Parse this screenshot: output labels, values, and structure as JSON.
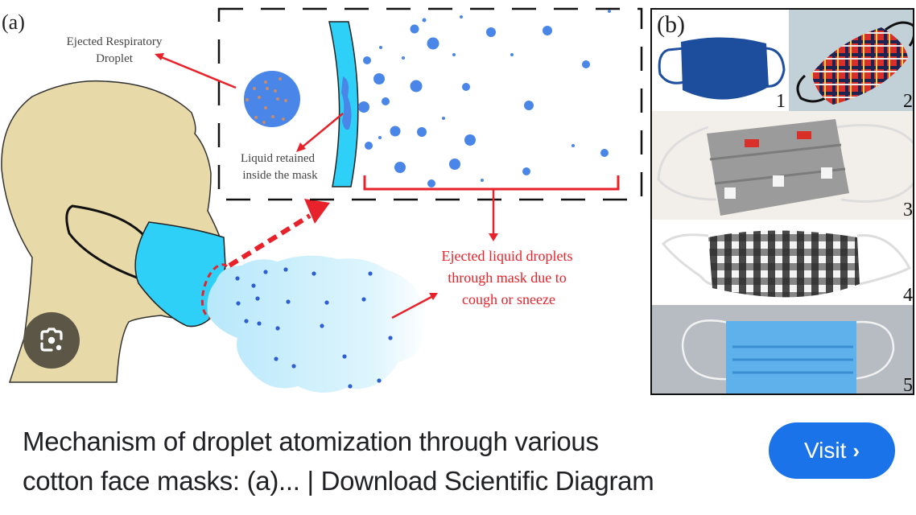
{
  "figure": {
    "panel_a_label": "(a)",
    "panel_b_label": "(b)",
    "labels": {
      "ejected_droplet_line1": "Ejected Respiratory",
      "ejected_droplet_line2": "Droplet",
      "liquid_retained_line1": "Liquid retained",
      "liquid_retained_line2": "inside the mask",
      "ejected_liquid_line1": "Ejected liquid droplets",
      "ejected_liquid_line2": "through mask due to",
      "ejected_liquid_line3": "cough or sneeze"
    },
    "mask_photos": [
      {
        "number": "1",
        "description": "blue cotton mask"
      },
      {
        "number": "2",
        "description": "plaid cotton mask"
      },
      {
        "number": "3",
        "description": "grey printed pleated mask"
      },
      {
        "number": "4",
        "description": "black and white gingham mask"
      },
      {
        "number": "5",
        "description": "blue surgical mask"
      }
    ],
    "colors": {
      "skin": "#e8d9a8",
      "mask": "#2ed0f7",
      "droplet": "#4a86e8",
      "annotation_red": "#e8222a",
      "cloud": "#c8eefa"
    }
  },
  "result": {
    "caption_line1": "Mechanism of droplet atomization through various",
    "caption_line2": "cotton face masks: (a)... | Download Scientific Diagram",
    "visit_label": "Visit",
    "visit_chevron": "›",
    "lens_icon": "google-lens-icon"
  }
}
